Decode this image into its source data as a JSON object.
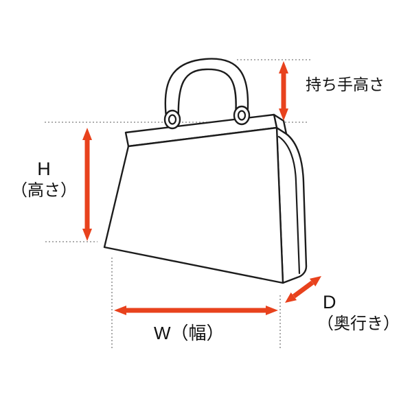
{
  "diagram": {
    "labels": {
      "handle_height": "持ち手高さ",
      "height_symbol": "H",
      "height_caption": "（高さ）",
      "width": "W（幅）",
      "depth_symbol": "D",
      "depth_caption": "（奥行き）"
    },
    "colors": {
      "arrow": "#e8421d",
      "outline": "#1c1c1c",
      "guide": "#7a7a7a",
      "background": "#ffffff"
    }
  }
}
